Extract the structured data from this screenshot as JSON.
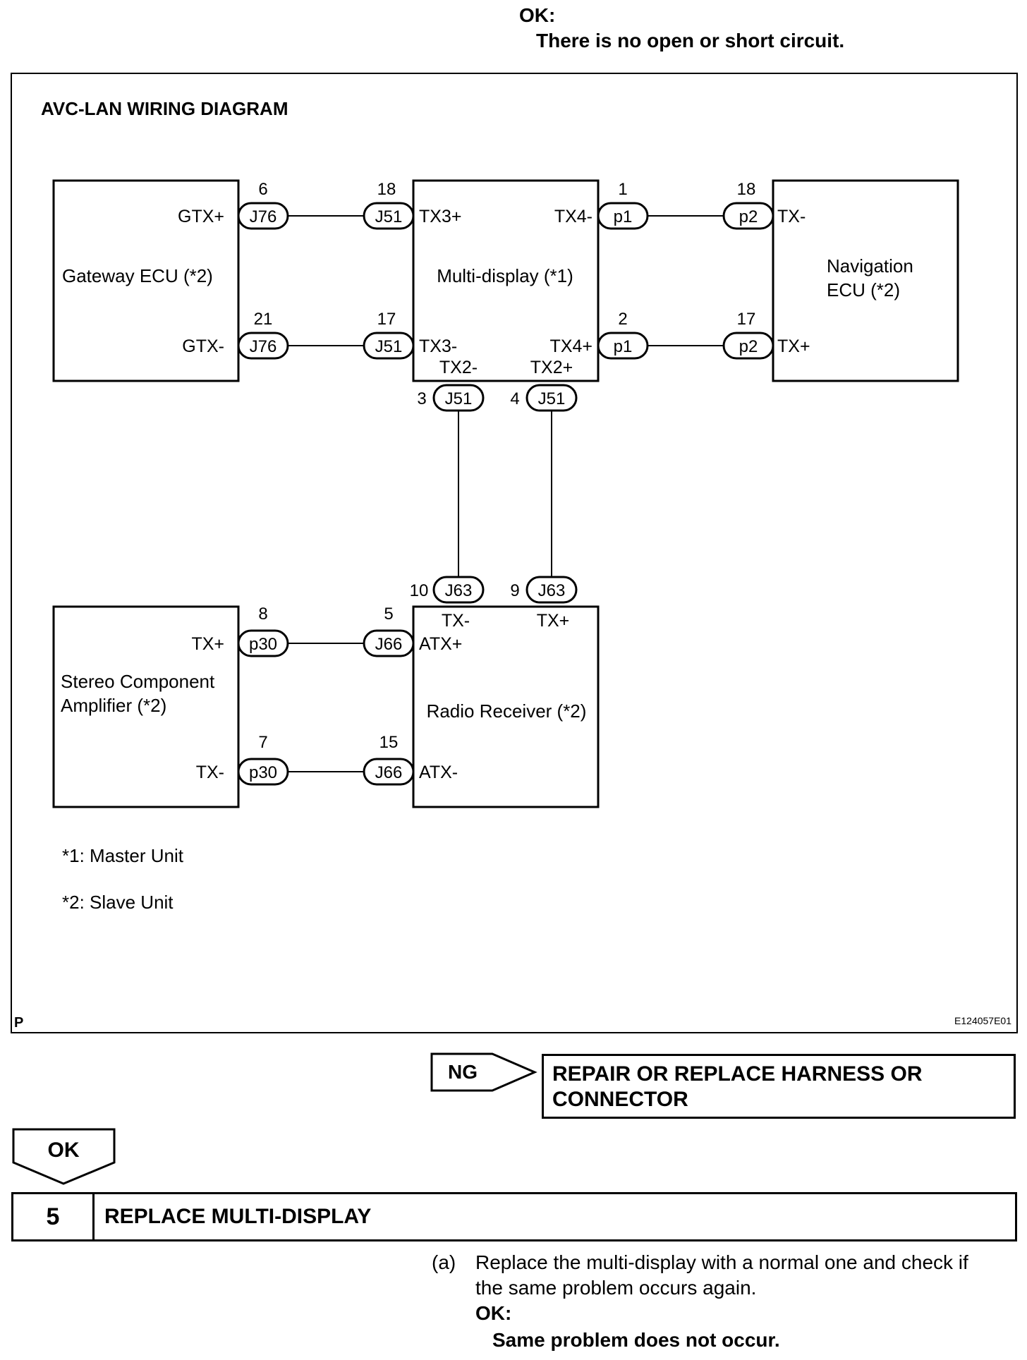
{
  "header": {
    "ok_label": "OK:",
    "ok_text": "There is no open or short circuit."
  },
  "diagram": {
    "title": "AVC-LAN WIRING DIAGRAM",
    "units": {
      "gateway": "Gateway ECU (*2)",
      "multi_display": "Multi-display (*1)",
      "navigation_line1": "Navigation",
      "navigation_line2": "ECU (*2)",
      "amplifier_line1": "Stereo Component",
      "amplifier_line2": "Amplifier (*2)",
      "radio": "Radio Receiver (*2)"
    },
    "pins": {
      "gtx_plus": "GTX+",
      "gtx_minus": "GTX-",
      "tx3_plus": "TX3+",
      "tx3_minus": "TX3-",
      "tx4_minus": "TX4-",
      "tx4_plus": "TX4+",
      "tx2_minus": "TX2-",
      "tx2_plus": "TX2+",
      "nav_tx_minus": "TX-",
      "nav_tx_plus": "TX+",
      "amp_tx_plus": "TX+",
      "amp_tx_minus": "TX-",
      "atx_plus": "ATX+",
      "atx_minus": "ATX-",
      "radio_tx_minus": "TX-",
      "radio_tx_plus": "TX+"
    },
    "connectors": {
      "j76": "J76",
      "j51": "J51",
      "p1": "p1",
      "p2": "p2",
      "j63": "J63",
      "p30": "p30",
      "j66": "J66"
    },
    "pin_numbers": {
      "gw_top": "6",
      "gw_bottom": "21",
      "md_left_top": "18",
      "md_left_bottom": "17",
      "md_right_top": "1",
      "md_right_bottom": "2",
      "nav_top": "18",
      "nav_bottom": "17",
      "md_bottom_left": "3",
      "md_bottom_right": "4",
      "radio_top_left": "10",
      "radio_top_right": "9",
      "amp_top": "8",
      "amp_bottom": "7",
      "radio_left_top": "5",
      "radio_left_bottom": "15"
    },
    "notes": {
      "note1": "*1: Master Unit",
      "note2": "*2: Slave Unit"
    },
    "corner_label": "P",
    "figure_id": "E124057E01"
  },
  "ng": {
    "label": "NG",
    "result_line1": "REPAIR OR REPLACE HARNESS OR",
    "result_line2": "CONNECTOR"
  },
  "ok_arrow": {
    "label": "OK"
  },
  "step": {
    "number": "5",
    "title": "REPLACE MULTI-DISPLAY"
  },
  "instruction": {
    "letter": "(a)",
    "line1": "Replace the multi-display with a normal one and check if",
    "line2": "the same problem occurs again.",
    "ok_label": "OK:",
    "result": "Same problem does not occur."
  }
}
